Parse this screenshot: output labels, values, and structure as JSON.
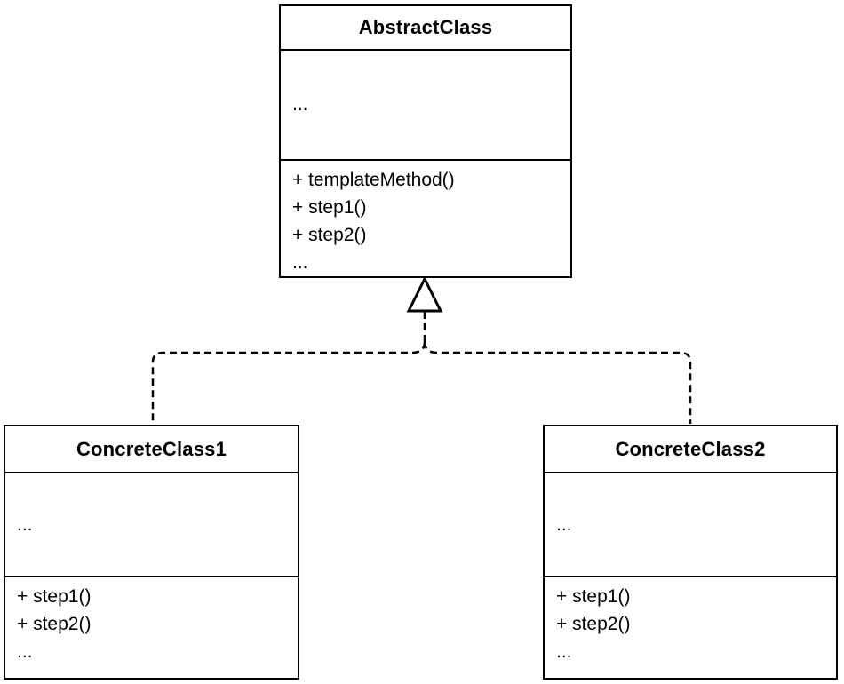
{
  "colors": {
    "line": "#000000",
    "text": "#000000",
    "background": "#ffffff",
    "box_fill": "#ffffff"
  },
  "classes": {
    "abstract": {
      "name": "AbstractClass",
      "attributes_ellipsis": "...",
      "operations": [
        "+ templateMethod()",
        "+ step1()",
        "+ step2()",
        "..."
      ]
    },
    "concrete1": {
      "name": "ConcreteClass1",
      "attributes_ellipsis": "...",
      "operations": [
        "+ step1()",
        "+ step2()",
        "..."
      ]
    },
    "concrete2": {
      "name": "ConcreteClass2",
      "attributes_ellipsis": "...",
      "operations": [
        "+ step1()",
        "+ step2()",
        "..."
      ]
    }
  },
  "relationships": [
    {
      "from": "ConcreteClass1",
      "to": "AbstractClass",
      "type": "inheritance",
      "line_style": "dashed",
      "arrowhead": "hollow-triangle"
    },
    {
      "from": "ConcreteClass2",
      "to": "AbstractClass",
      "type": "inheritance",
      "line_style": "dashed",
      "arrowhead": "hollow-triangle"
    }
  ]
}
